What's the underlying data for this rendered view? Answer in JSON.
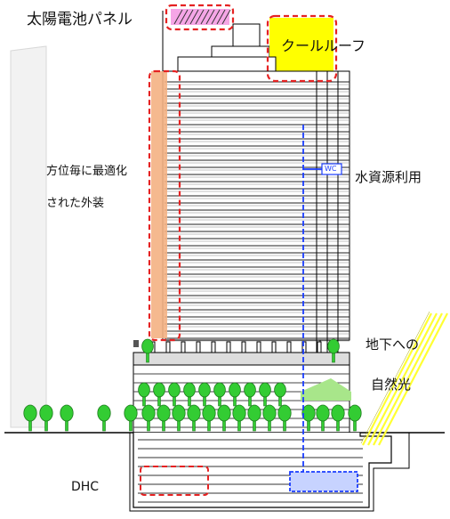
{
  "labels": {
    "solar_panel": "太陽電池パネル",
    "cool_roof": "クールルーフ",
    "facade_line1": "方位毎に最適化",
    "facade_line2": "された外装",
    "water_reuse": "水資源利用",
    "wc_tag": "WC",
    "daylight_line1": "地下への",
    "daylight_line2": "自然光",
    "dhc": "DHC"
  },
  "colors": {
    "highlight_red": "#e52222",
    "roof_yellow": "#ffff00",
    "solar_pink": "#f5a6e6",
    "facade_orange": "#f4b183",
    "tree_green": "#33cc33",
    "water_blue": "#1a3cff",
    "light_yellow": "#ffff33",
    "lawn_green": "#a8e68a"
  },
  "icons": [
    "tree-icon",
    "solar-panel-icon",
    "wc-sign-icon",
    "light-beam-icon",
    "water-pipe-icon"
  ]
}
